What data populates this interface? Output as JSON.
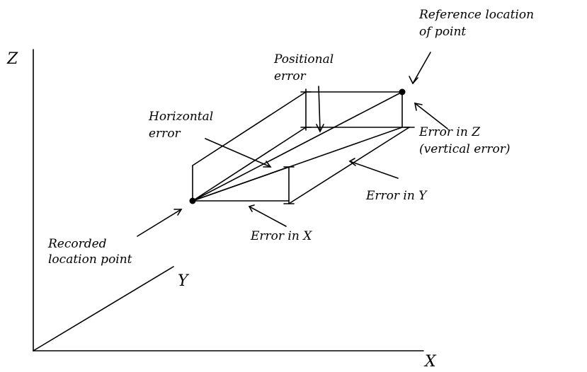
{
  "axes": {
    "z_label": "Z",
    "y_label": "Y",
    "x_label": "X"
  },
  "labels": {
    "reference_line1": "Reference location",
    "reference_line2": "of point",
    "positional_line1": "Positional",
    "positional_line2": "error",
    "horizontal_line1": "Horizontal",
    "horizontal_line2": "error",
    "error_z_line1": "Error in Z",
    "error_z_line2": "(vertical error)",
    "error_y": "Error in Y",
    "error_x": "Error in X",
    "recorded_line1": "Recorded",
    "recorded_line2": "location point"
  }
}
